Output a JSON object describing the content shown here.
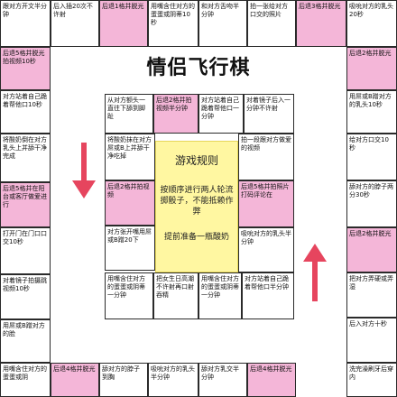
{
  "title": "情侣飞行棋",
  "rules": {
    "heading": "游戏规则",
    "body": "按顺序进行两人轮流掷骰子，不能抵赖作弊",
    "note": "提前准备一瓶酸奶"
  },
  "top_row": [
    {
      "text": "跟对方开文半分钟",
      "pink": false
    },
    {
      "text": "后入插20次不许射",
      "pink": false
    },
    {
      "text": "后退1格并脱光",
      "pink": true
    },
    {
      "text": "用嘴含住对方的蛋蛋或阴蒂10秒",
      "pink": false
    },
    {
      "text": "和对方舌吻半分钟",
      "pink": false
    },
    {
      "text": "拍一张给对方口交的照片",
      "pink": false
    },
    {
      "text": "后退3格并脱光",
      "pink": true
    },
    {
      "text": "吸吮对方的乳头20秒",
      "pink": false
    }
  ],
  "left_col": [
    {
      "text": "后退5格并脱光拍视频10秒",
      "pink": true
    },
    {
      "text": "对方站着自己跪着帮他口10秒",
      "pink": false
    },
    {
      "text": "将酸奶倒在对方乳头上并舔干净完成",
      "pink": false
    },
    {
      "text": "后退5格并在阳台或客厅做爱进行",
      "pink": true
    },
    {
      "text": "打开门在门口口交10秒",
      "pink": false
    },
    {
      "text": "对着镜子拍摄跳视频10秒",
      "pink": false
    },
    {
      "text": "用屌或B蹭对方的脸",
      "pink": false
    },
    {
      "text": "用嘴含住对方的蛋蛋或阴",
      "pink": false
    }
  ],
  "right_col": [
    {
      "text": "后退2格并脱光",
      "pink": true
    },
    {
      "text": "用屌或B蹭对方的乳头10秒",
      "pink": false
    },
    {
      "text": "给对方口交10秒",
      "pink": false
    },
    {
      "text": "舔对方的脖子两分30秒",
      "pink": false
    },
    {
      "text": "后退2格并脱光",
      "pink": true
    },
    {
      "text": "把对方弄硬或弄湿",
      "pink": false
    },
    {
      "text": "后入对方十秒",
      "pink": false
    },
    {
      "text": "洗完澡刷牙后穿内",
      "pink": false
    }
  ],
  "bottom_row": [
    {
      "text": "后退4格并脱光",
      "pink": true
    },
    {
      "text": "舔对方的脖子到胸",
      "pink": false
    },
    {
      "text": "吸吮对方的乳头半分钟",
      "pink": false
    },
    {
      "text": "舔对方乳交半分钟",
      "pink": false
    },
    {
      "text": "后退4格并脱光",
      "pink": true
    }
  ],
  "inner_top": [
    {
      "text": "从对方额头一直往下舔到脚趾",
      "pink": false
    },
    {
      "text": "后退2格并拍视频半分钟",
      "pink": true
    },
    {
      "text": "对方站着自己跪着帮他口一分钟",
      "pink": false
    },
    {
      "text": "对着镜子后入一分钟不许射",
      "pink": false
    }
  ],
  "inner_left": [
    {
      "text": "将酸奶抹在对方屌或B上并舔干净吃掉",
      "pink": false
    },
    {
      "text": "后退2格并拍视频",
      "pink": true
    },
    {
      "text": "对方张开嘴用屌或B蹭20下",
      "pink": false
    }
  ],
  "inner_right": [
    {
      "text": "拍一段跟对方做爱的视频",
      "pink": false
    },
    {
      "text": "后退5格并拍照片打码评论在",
      "pink": true
    },
    {
      "text": "吸吮对方的乳头半分钟",
      "pink": false
    }
  ],
  "inner_bottom": [
    {
      "text": "用嘴含住对方的蛋蛋或阴蒂一分钟",
      "pink": false
    },
    {
      "text": "把女生日高潮不许射再口射吞精",
      "pink": false
    },
    {
      "text": "用嘴含住对方的蛋蛋或阴蒂一分钟",
      "pink": false
    },
    {
      "text": "对方站着自己跪着帮他口半分钟",
      "pink": false
    }
  ],
  "colors": {
    "pink": "#f4b6d8",
    "rules_bg": "#fff7a1",
    "arrow": "#e6455e"
  },
  "icons": [
    "arrow-down-icon",
    "arrow-up-icon"
  ]
}
